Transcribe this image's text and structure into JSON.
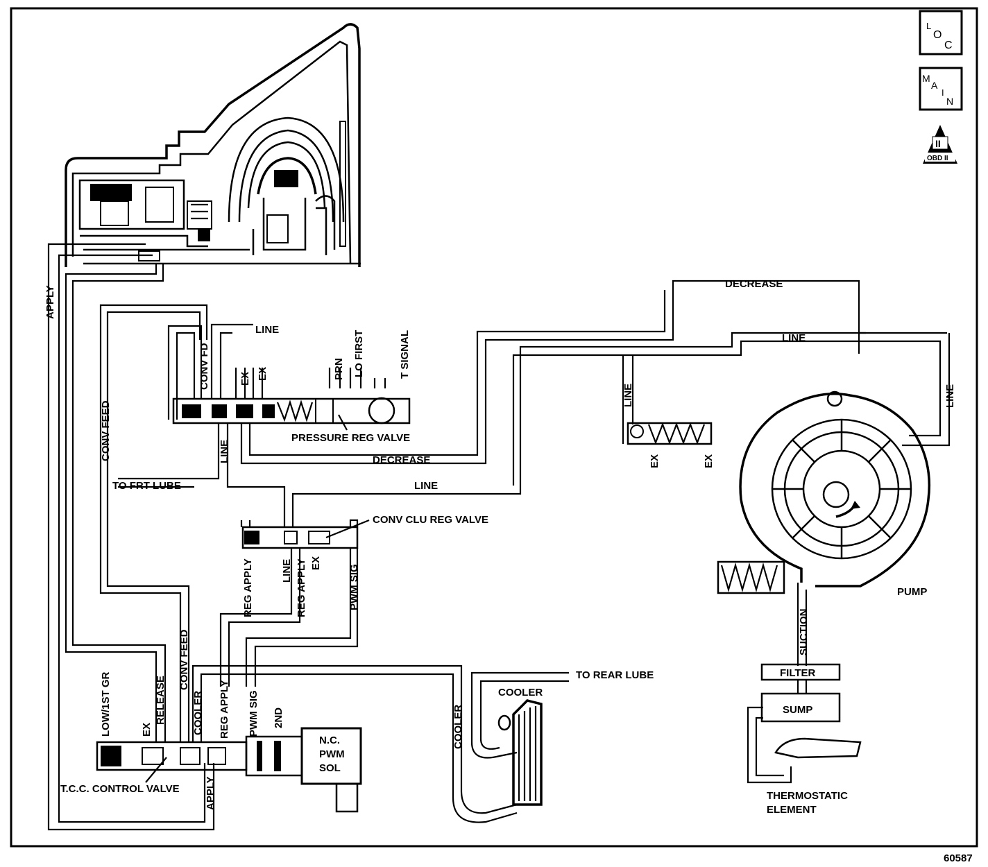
{
  "nav": {
    "loc_button": {
      "letters": [
        "L",
        "O",
        "C"
      ]
    },
    "main_button": {
      "letters": [
        "M",
        "A",
        "I",
        "N"
      ]
    },
    "obd_badge": {
      "roman": "II",
      "label": "OBD II"
    }
  },
  "labels": {
    "apply_left": "APPLY",
    "conv_feed_left": "CONV FEED",
    "conv_fd": "CONV FD",
    "line_top": "LINE",
    "ex1": "EX",
    "ex2": "EX",
    "prn": "PRN",
    "lo_first": "LO FIRST",
    "t_signal": "T SIGNAL",
    "pressure_reg_valve": "PRESSURE REG VALVE",
    "line_reg_vertical": "LINE",
    "decrease_mid": "DECREASE",
    "to_frt_lube": "TO FRT LUBE",
    "line_mid": "LINE",
    "conv_clu_reg_valve": "CONV CLU REG VALVE",
    "reg_apply_a": "REG APPLY",
    "line_ccv": "LINE",
    "reg_apply_b": "REG APPLY",
    "ex_ccv": "EX",
    "pwm_sig_a": "PWM SIG",
    "decrease_top": "DECREASE",
    "line_top_right": "LINE",
    "line_boost": "LINE",
    "line_right": "LINE",
    "ex_boost_a": "EX",
    "ex_boost_b": "EX",
    "pump": "PUMP",
    "suction": "SUCTION",
    "filter": "FILTER",
    "sump": "SUMP",
    "thermostatic_element": [
      "THERMOSTATIC",
      "ELEMENT"
    ],
    "low_1st_gr": "LOW/1ST GR",
    "ex_tcc": "EX",
    "release": "RELEASE",
    "conv_feed_tcc": "CONV FEED",
    "cooler_tcc": "COOLER",
    "reg_apply_tcc": "REG APPLY",
    "pwm_sig_tcc": "PWM SIG",
    "second": "2ND",
    "nc_pwm_sol": [
      "N.C.",
      "PWM",
      "SOL"
    ],
    "tcc_control_valve": "T.C.C. CONTROL VALVE",
    "apply_tcc": "APPLY",
    "cooler_line": "COOLER",
    "cooler_box": "COOLER",
    "to_rear_lube": "TO REAR LUBE",
    "figure_number": "60587"
  }
}
